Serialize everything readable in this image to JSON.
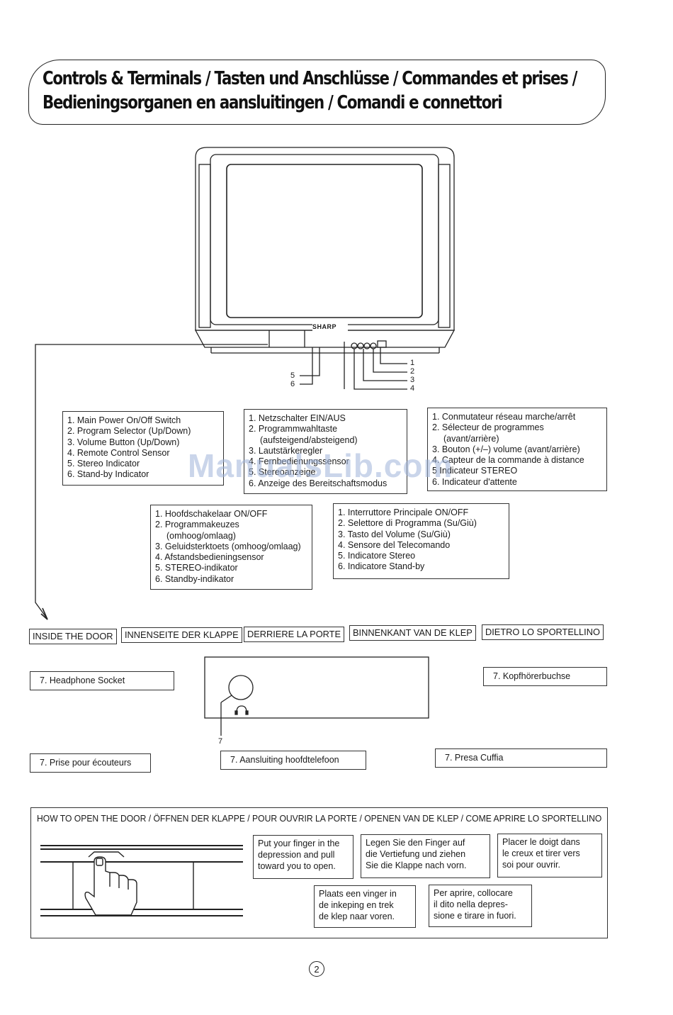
{
  "title": {
    "line1": "Controls & Terminals / Tasten und Anschlüsse / Commandes et prises /",
    "line2": "Bedieningsorganen en aansluitingen / Comandi e connettori"
  },
  "tv": {
    "brand": "SHARP"
  },
  "callouts": [
    "1",
    "2",
    "3",
    "4",
    "5",
    "6"
  ],
  "lists": {
    "english": [
      "1. Main Power On/Off Switch",
      "2. Program Selector (Up/Down)",
      "3. Volume Button (Up/Down)",
      "4. Remote Control Sensor",
      "5. Stereo Indicator",
      "6. Stand-by Indicator"
    ],
    "german": [
      "1. Netzschalter EIN/AUS",
      "2. Programmwahltaste",
      "(aufsteigend/absteigend)",
      "3. Lautstärkeregler",
      "4. Fernbedienungssensor",
      "5. Stereoanzeige",
      "6. Anzeige des Bereitschaftsmodus"
    ],
    "french": [
      "1. Conmutateur réseau marche/arrêt",
      "2. Sélecteur de programmes",
      "(avant/arrière)",
      "3. Bouton (+/–) volume (avant/arrière)",
      "4. Capteur de la commande à distance",
      "5 Indicateur STEREO",
      "6. Indicateur d'attente"
    ],
    "dutch": [
      "1. Hoofdschakelaar ON/OFF",
      "2. Programmakeuzes",
      "(omhoog/omlaag)",
      "3. Geluidsterktoets (omhoog/omlaag)",
      "4. Afstandsbedieningsensor",
      "5. STEREO-indikator",
      "6. Standby-indikator"
    ],
    "italian": [
      "1. Interruttore Principale ON/OFF",
      "2. Selettore di Programma (Su/Giù)",
      "3. Tasto del Volume (Su/Giù)",
      "4. Sensore del Telecomando",
      "5. Indicatore Stereo",
      "6. Indicatore Stand-by"
    ]
  },
  "door_tabs": [
    "INSIDE THE DOOR",
    "INNENSEITE DER KLAPPE",
    "DERRIERE LA PORTE",
    "BINNENKANT VAN DE KLEP",
    "DIETRO LO SPORTELLINO"
  ],
  "headphone": {
    "number": "7",
    "en": "7. Headphone Socket",
    "de": "7. Kopfhörerbuchse",
    "fr": "7. Prise pour écouteurs",
    "nl": "7. Aansluiting hoofdtelefoon",
    "it": "7. Presa Cuffia"
  },
  "howto": {
    "title": "HOW TO OPEN THE DOOR / ÖFFNEN DER KLAPPE / POUR OUVRIR LA PORTE / OPENEN VAN DE KLEP / COME APRIRE LO SPORTELLINO",
    "en": [
      "Put your finger in the",
      "depression and pull",
      "toward you to open."
    ],
    "de": [
      "Legen Sie den Finger auf",
      "die Vertiefung und ziehen",
      "Sie die Klappe nach vorn."
    ],
    "fr": [
      "Placer le doigt dans",
      "le creux et tirer vers",
      "soi pour ouvrir."
    ],
    "nl": [
      "Plaats een vinger in",
      "de inkeping en trek",
      "de klep naar voren."
    ],
    "it": [
      "Per aprire, collocare",
      "il dito nella depres-",
      "sione e tirare in fuori."
    ]
  },
  "watermark": "ManualsLib.com",
  "page_number": "2"
}
